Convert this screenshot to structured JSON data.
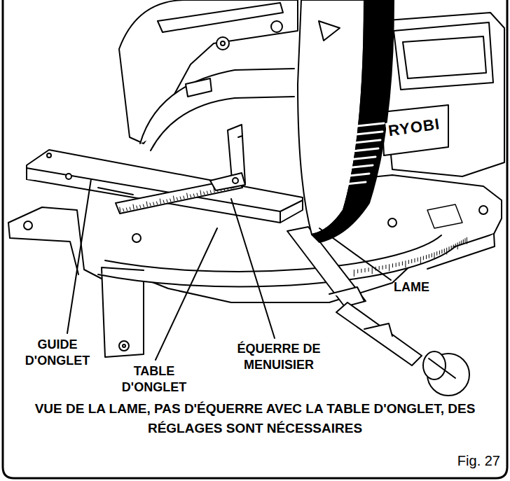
{
  "diagram": {
    "caption": "VUE DE LA LAME, PAS D'ÉQUERRE AVEC LA TABLE D'ONGLET, DES RÉGLAGES SONT NÉCESSAIRES",
    "labels": [
      "RYOBI",
      "LAME",
      "GUIDE D'ONGLET",
      "ÉQUERRE DE MENUISIER",
      "TABLE D'ONGLET",
      "Fig. 27"
    ]
  }
}
